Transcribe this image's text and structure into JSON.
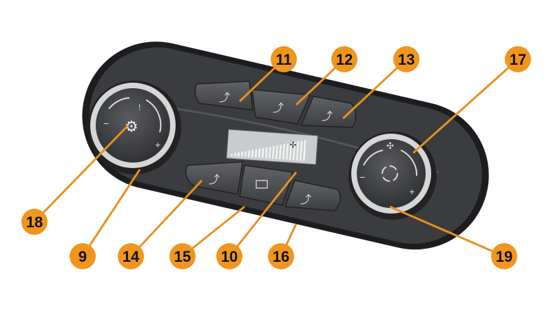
{
  "colors": {
    "callout": "#f0961e",
    "leader": "#e8901e",
    "panel": "#3a3b3e",
    "bezel": "#1f2022",
    "knob_ring": "#d9dadc",
    "display": "#c9ccce"
  },
  "callouts": [
    {
      "label": "11",
      "target": "upper-air-mode-button-left"
    },
    {
      "label": "12",
      "target": "upper-air-mode-button-center"
    },
    {
      "label": "13",
      "target": "upper-air-mode-button-right"
    },
    {
      "label": "17",
      "target": "fan-speed-knob"
    },
    {
      "label": "18",
      "target": "temperature-knob-center-button"
    },
    {
      "label": "9",
      "target": "temperature-knob"
    },
    {
      "label": "14",
      "target": "lower-air-mode-button-left"
    },
    {
      "label": "15",
      "target": "rear-defrost-button"
    },
    {
      "label": "10",
      "target": "display"
    },
    {
      "label": "16",
      "target": "lower-air-mode-button-right"
    },
    {
      "label": "19",
      "target": "recirculation-button"
    }
  ],
  "knob_marks": {
    "minus": "−",
    "plus": "+"
  }
}
